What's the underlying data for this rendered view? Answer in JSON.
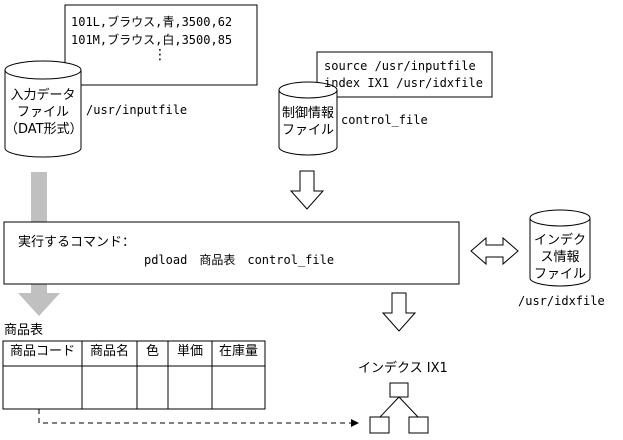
{
  "data_file": {
    "lines": [
      "101L,ブラウス,青,3500,62",
      "101M,ブラウス,白,3500,85"
    ],
    "continuation": "⋮",
    "cylinder_label": [
      "入力データ",
      "ファイル",
      "（DAT形式）"
    ],
    "path": "/usr/inputfile"
  },
  "control_file": {
    "lines": [
      "source /usr/inputfile",
      "index IX1 /usr/idxfile"
    ],
    "cylinder_label": [
      "制御情報",
      "ファイル"
    ],
    "name": "control_file"
  },
  "command": {
    "heading": "実行するコマンド：",
    "text": "pdload　商品表　control_file"
  },
  "index_file": {
    "cylinder_label": [
      "インデク",
      "ス情報",
      "ファイル"
    ],
    "path": "/usr/idxfile"
  },
  "table": {
    "name": "商品表",
    "columns": [
      "商品コード",
      "商品名",
      "色",
      "単価",
      "在庫量"
    ]
  },
  "index": {
    "label": "インデクス IX1"
  },
  "colors": {
    "line": "#000000",
    "gray_arrow": "#c0c0c0"
  }
}
